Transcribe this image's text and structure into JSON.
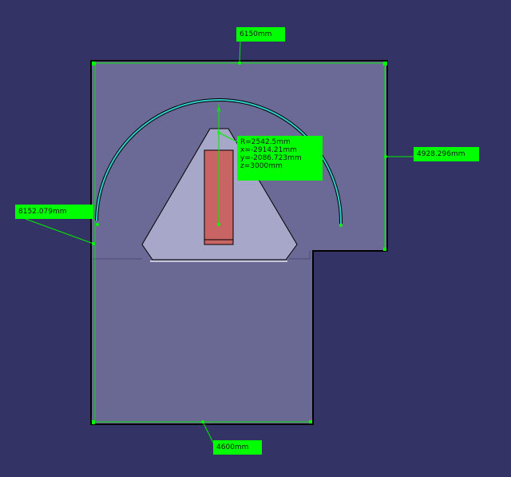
{
  "viewport": {
    "background": "#333366",
    "part_fill": "#6b6a96",
    "part_outline": "#000000",
    "dimension_color": "#00ff00",
    "arc_color": "#33cccc",
    "trapezoid_fill": "#a7a7c9",
    "rect_fill": "#c86464"
  },
  "dimensions": {
    "top_width": "6150mm",
    "right_height": "4928.296mm",
    "left_height": "8152.079mm",
    "bottom_width": "4600mm"
  },
  "arc_info": {
    "radius": "R=2542.5mm",
    "x": "x=-2914.21mm",
    "y": "y=-2086.723mm",
    "z": "z=3000mm"
  }
}
